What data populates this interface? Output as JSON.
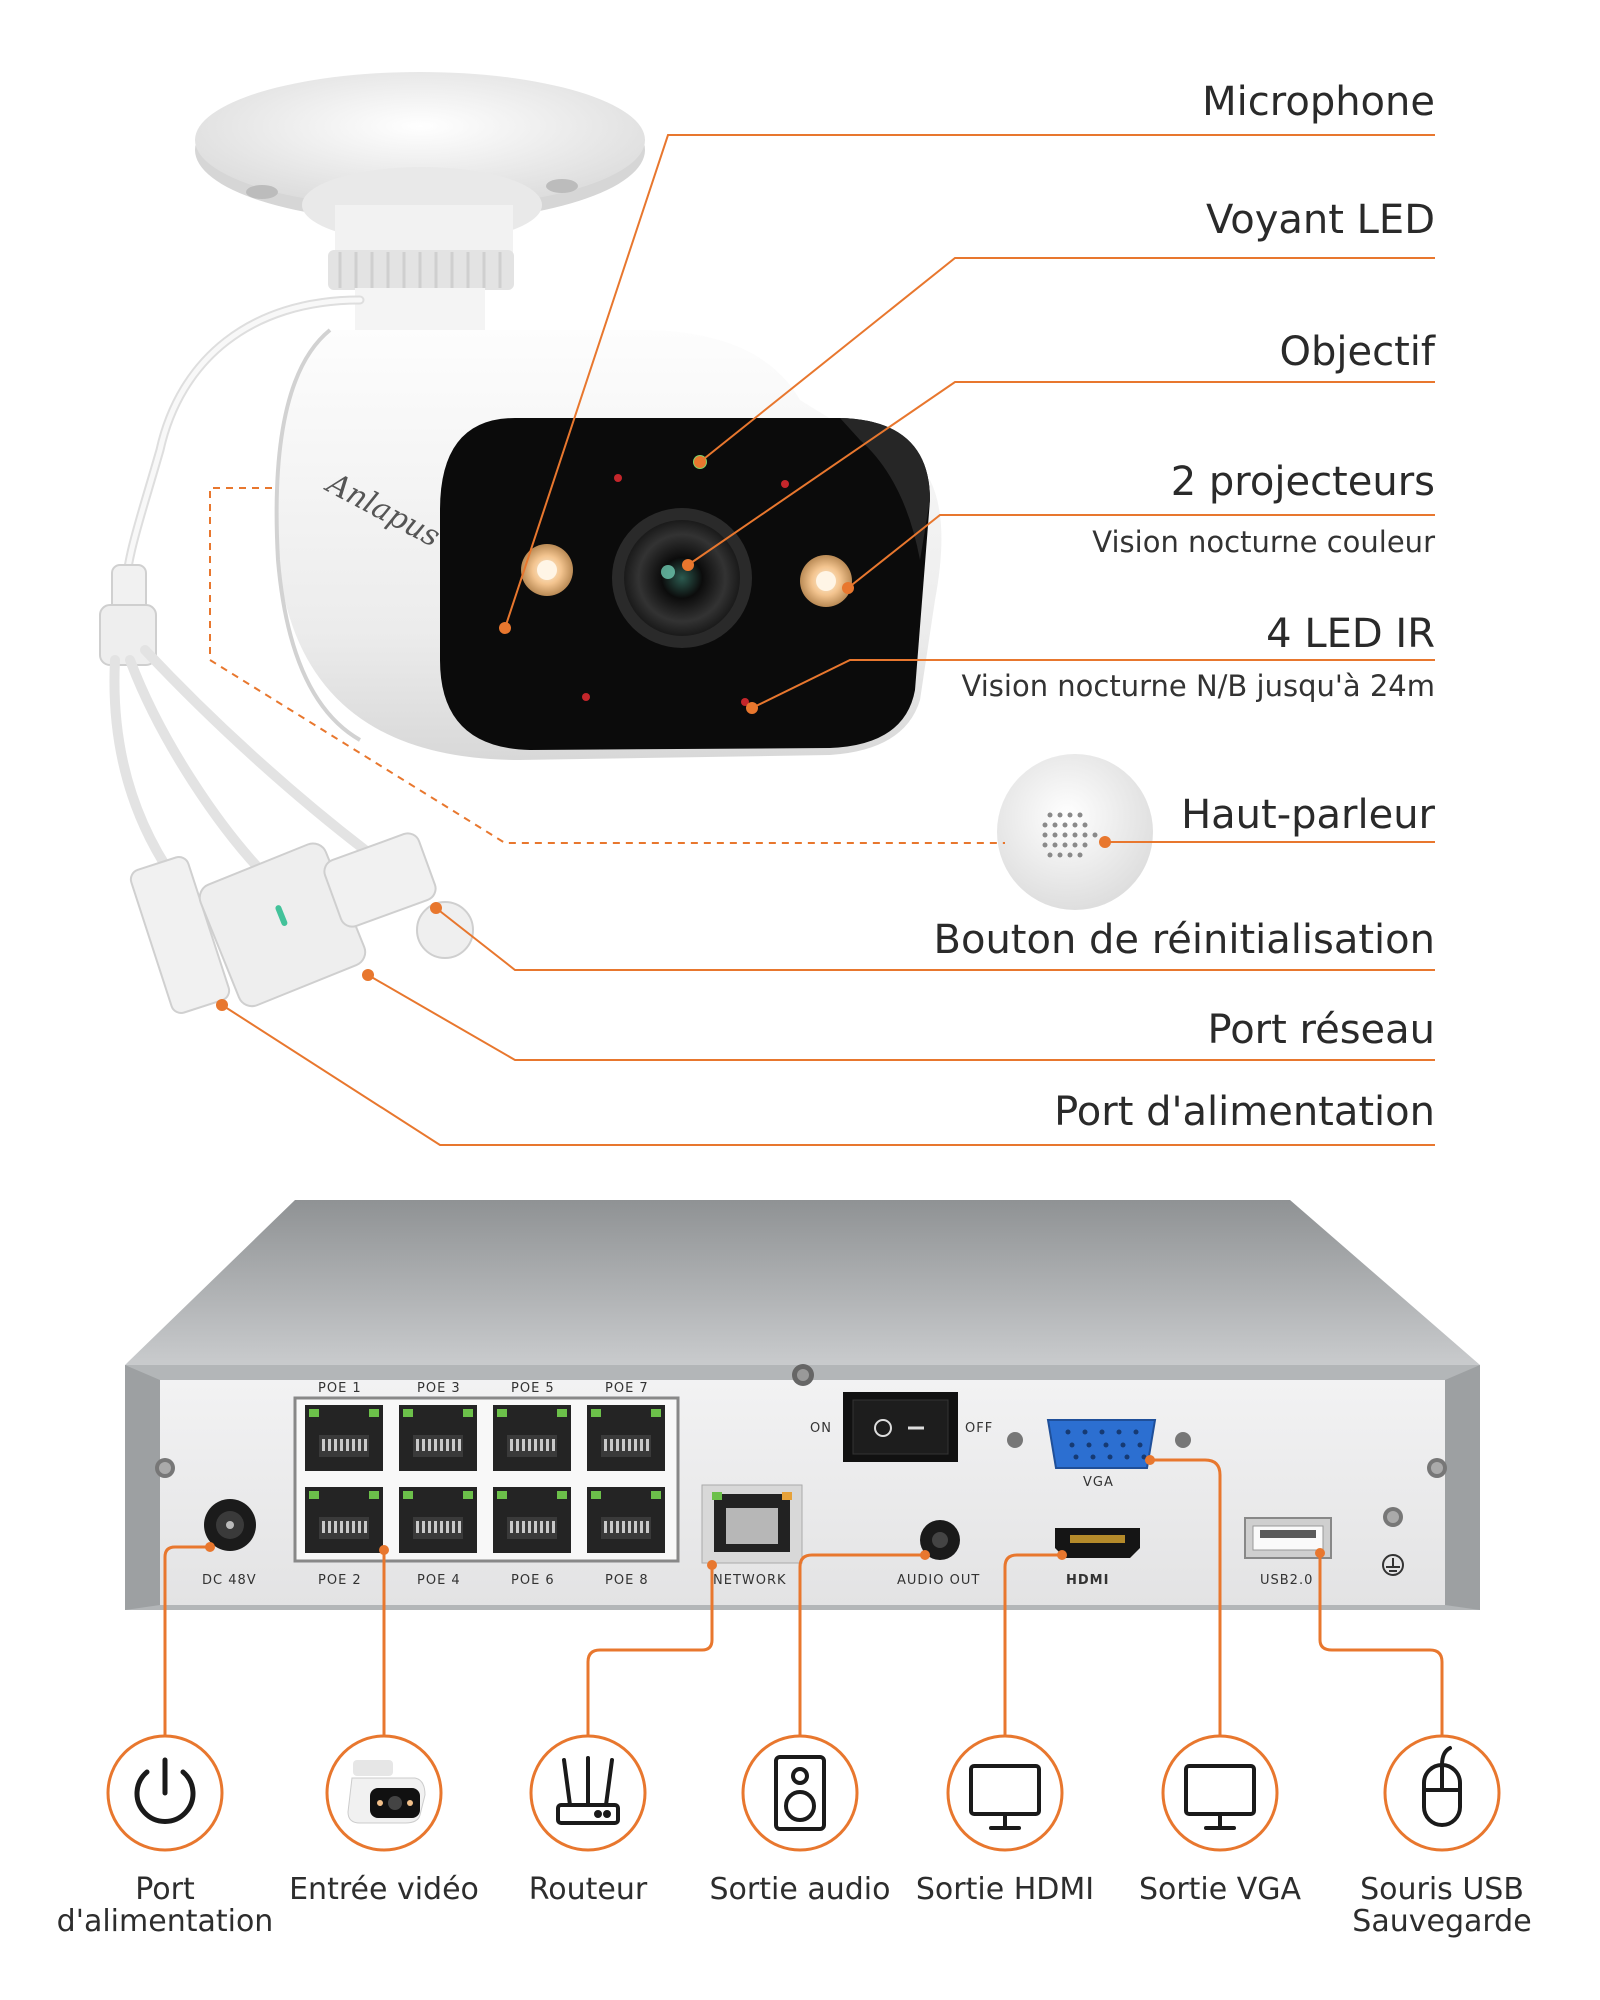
{
  "camera": {
    "brand": "Anlapus",
    "labels": [
      {
        "id": "microphone",
        "title": "Microphone"
      },
      {
        "id": "led",
        "title": "Voyant LED"
      },
      {
        "id": "lens",
        "title": "Objectif"
      },
      {
        "id": "spotlights",
        "title": "2 projecteurs",
        "subtitle": "Vision nocturne couleur"
      },
      {
        "id": "ir",
        "title": "4 LED IR",
        "subtitle": "Vision nocturne N/B jusqu'à 24m"
      },
      {
        "id": "speaker",
        "title": "Haut-parleur"
      },
      {
        "id": "reset",
        "title": "Bouton de réinitialisation"
      },
      {
        "id": "network",
        "title": "Port réseau"
      },
      {
        "id": "power",
        "title": "Port d'alimentation"
      }
    ]
  },
  "nvr": {
    "ports_top": [
      "POE 1",
      "POE 3",
      "POE 5",
      "POE 7"
    ],
    "ports_bottom": [
      "POE 2",
      "POE 4",
      "POE 6",
      "POE 8"
    ],
    "dc": "DC 48V",
    "network": "NETWORK",
    "audio": "AUDIO OUT",
    "hdmi": "HDMI",
    "vga": "VGA",
    "usb": "USB2.0",
    "switch_on": "ON",
    "switch_off": "OFF"
  },
  "functions": [
    {
      "id": "power",
      "line1": "Port",
      "line2": "d'alimentation",
      "icon": "power-icon"
    },
    {
      "id": "video",
      "line1": "Entrée vidéo",
      "line2": "",
      "icon": "camera-icon"
    },
    {
      "id": "router",
      "line1": "Routeur",
      "line2": "",
      "icon": "router-icon"
    },
    {
      "id": "audio",
      "line1": "Sortie audio",
      "line2": "",
      "icon": "speaker-icon"
    },
    {
      "id": "hdmi",
      "line1": "Sortie HDMI",
      "line2": "",
      "icon": "monitor-icon"
    },
    {
      "id": "vga",
      "line1": "Sortie VGA",
      "line2": "",
      "icon": "monitor-icon"
    },
    {
      "id": "usb",
      "line1": "Souris USB",
      "line2": "Sauvegarde",
      "icon": "mouse-icon"
    }
  ],
  "colors": {
    "accent": "#e8772e",
    "panel": "#e9e9ea",
    "case": "#b9bbbd"
  }
}
